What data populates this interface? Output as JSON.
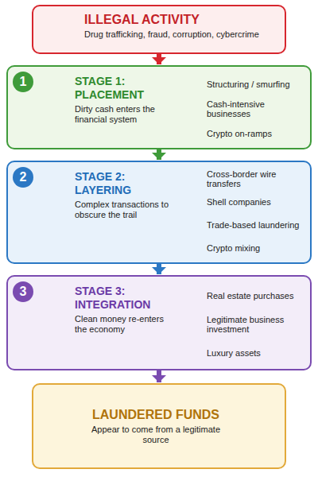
{
  "diagram": {
    "nodes": [
      {
        "text": [
          "ILLEGAL ACTIVITY",
          "Drug trafficking, fraud, corruption, cybercrime"
        ]
      },
      {
        "text": [
          "STAGE 1: PLACEMENT",
          "Dirty cash enters the financial system",
          "Structuring / smurfing",
          "Cash-intensive businesses",
          "Crypto on-ramps"
        ]
      },
      {
        "text": [
          "1"
        ],
        "in": 1
      },
      {
        "text": [
          "STAGE 2: LAYERING",
          "Complex transactions to obscure the trail",
          "Cross-border wire transfers",
          "Shell companies",
          "Trade-based laundering",
          "Crypto mixing"
        ]
      },
      {
        "text": [
          "2"
        ],
        "in": 3
      },
      {
        "text": [
          "STAGE 3: INTEGRATION",
          "Clean money re-enters the economy",
          "Real estate purchases",
          "Legitimate business investment",
          "Luxury assets"
        ]
      },
      {
        "text": [
          "3"
        ],
        "in": 5
      },
      {
        "text": [
          "LAUNDERED FUNDS",
          "Appear to come from a legitimate source"
        ]
      }
    ],
    "edges": [
      {
        "from": 0,
        "to": 1,
        "arrow": "to"
      },
      {
        "from": 1,
        "to": 3,
        "arrow": "to"
      },
      {
        "from": 3,
        "to": 5,
        "arrow": "to"
      },
      {
        "from": 5,
        "to": 7,
        "arrow": "to"
      }
    ]
  }
}
